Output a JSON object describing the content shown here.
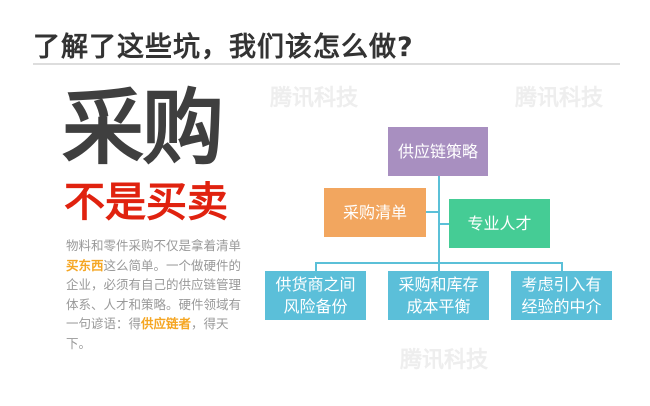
{
  "header": {
    "title": "了解了这些坑，我们该怎么做?"
  },
  "left": {
    "headline": "采购",
    "subheadline": "不是买卖",
    "body": {
      "p1": "物料和零件采购不仅是拿着清单",
      "p1_hl": "买东西",
      "p2": "这么简单。一个做硬件的企业，必须有自己的供应链管理体系、人才和策略。硬件领域有一句谚语：得",
      "p2_hl": "供应链者",
      "p3": "，得天下。"
    }
  },
  "diagram": {
    "root": "供应链策略",
    "left_branch": "采购清单",
    "right_branch": "专业人才",
    "children": [
      "供货商之间风险备份",
      "采购和库存成本平衡",
      "考虑引入有经验的中介"
    ]
  },
  "watermark": "腾讯科技",
  "colors": {
    "purple": "#a88fc0",
    "orange": "#f2a65f",
    "green": "#45cc95",
    "teal": "#5bbfd9",
    "red": "#e0220f",
    "highlight": "#f5a623"
  }
}
